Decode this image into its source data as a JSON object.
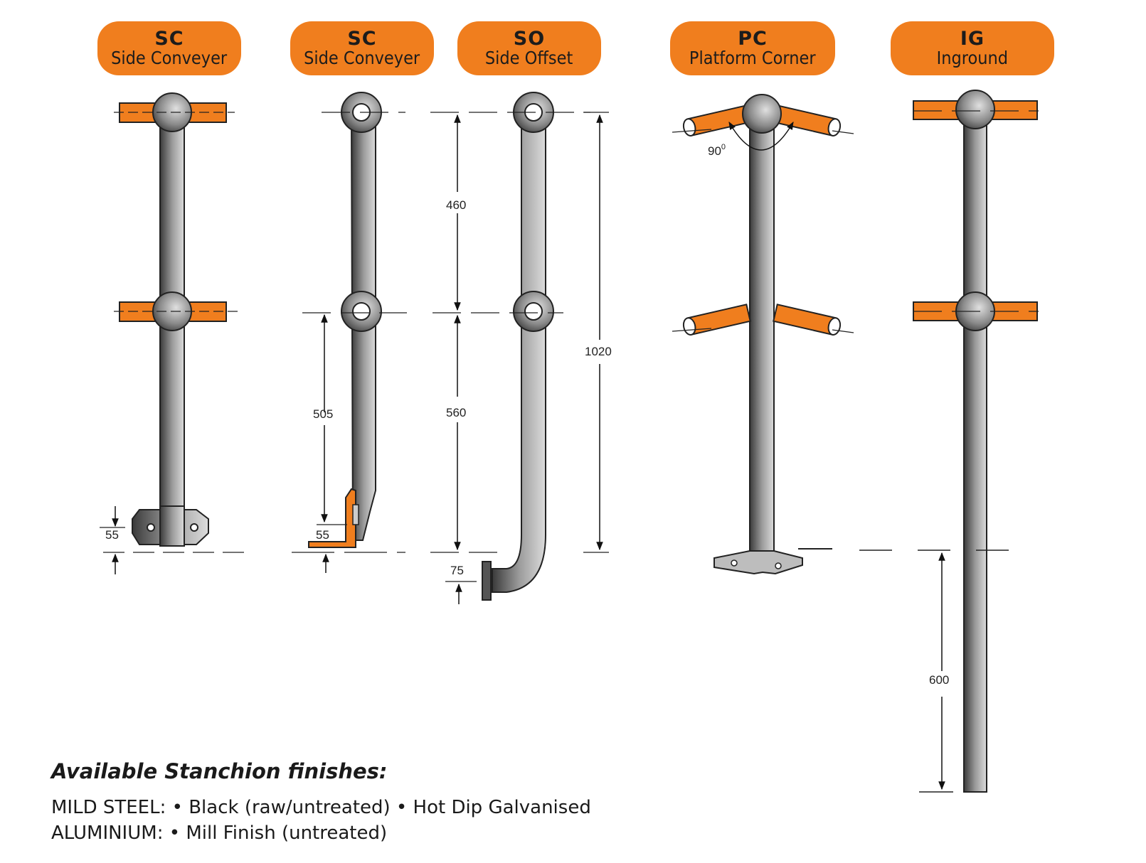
{
  "colors": {
    "accent": "#f07e1e",
    "steel_dark": "#3d3d3d",
    "steel_light": "#d8d8d8"
  },
  "stanchions": [
    {
      "code": "SC",
      "name": "Side Conveyer"
    },
    {
      "code": "SC",
      "name": "Side Conveyer"
    },
    {
      "code": "SO",
      "name": "Side Offset"
    },
    {
      "code": "PC",
      "name": "Platform Corner"
    },
    {
      "code": "IG",
      "name": "Inground"
    }
  ],
  "dimensions": {
    "sc_base_plate": "55",
    "sc_side_rail_to_foot": "505",
    "sc_side_foot": "55",
    "so_top_to_mid": "460",
    "so_mid_to_base": "560",
    "so_overall": "1020",
    "so_offset": "75",
    "pc_angle": "90",
    "pc_angle_unit": "0",
    "ig_embed": "600"
  },
  "finishes": {
    "heading": "Available Stanchion finishes:",
    "lines": [
      "MILD STEEL: • Black (raw/untreated) • Hot Dip Galvanised",
      "ALUMINIUM: • Mill Finish (untreated)"
    ]
  }
}
